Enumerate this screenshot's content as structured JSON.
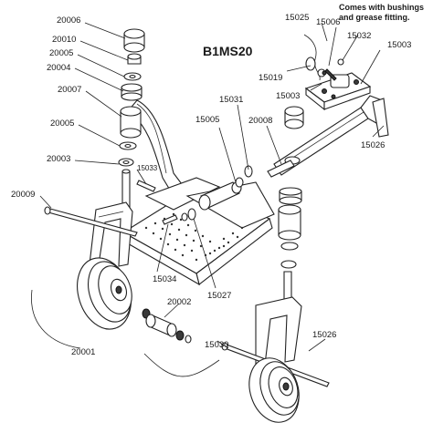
{
  "title": "B1MS20",
  "note_line1": "Comes with bushings",
  "note_line2": "and grease fitting.",
  "parts": {
    "p20006": "20006",
    "p20010": "20010",
    "p20005a": "20005",
    "p20004": "20004",
    "p20007": "20007",
    "p20005b": "20005",
    "p20003": "20003",
    "p15033": "15033",
    "p20009": "20009",
    "p15034": "15034",
    "p15027": "15027",
    "p20002": "20002",
    "p20001": "20001",
    "p15030": "15030",
    "p15026a": "15026",
    "p15026b": "15026",
    "p15005a": "15005",
    "p15031": "15031",
    "p20008": "20008",
    "p15019": "15019",
    "p15003a": "15003",
    "p15003b": "15003",
    "p15025": "15025",
    "p15006": "15006",
    "p15032": "15032"
  }
}
